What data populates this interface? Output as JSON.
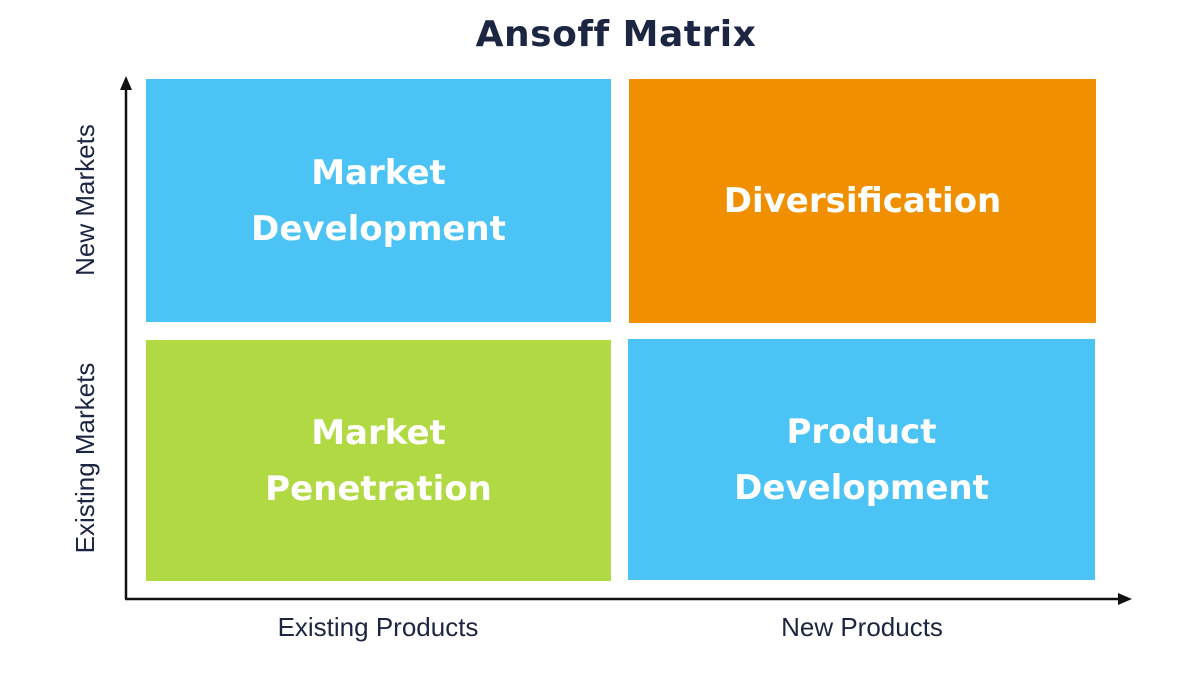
{
  "title": "Ansoff Matrix",
  "colors": {
    "blue": "#4cc3f5",
    "orange": "#f09000",
    "green": "#b0d944",
    "axis": "#111111",
    "title": "#1c2541"
  },
  "quadrants": {
    "top_left": {
      "line1": "Market",
      "line2": "Development",
      "color": "blue"
    },
    "top_right": {
      "line1": "Diversification",
      "line2": "",
      "color": "orange"
    },
    "bottom_left": {
      "line1": "Market",
      "line2": "Penetration",
      "color": "green"
    },
    "bottom_right": {
      "line1": "Product",
      "line2": "Development",
      "color": "blue"
    }
  },
  "x_axis": {
    "left_label": "Existing Products",
    "right_label": "New Products"
  },
  "y_axis": {
    "top_label": "New Markets",
    "bottom_label": "Existing Markets"
  }
}
